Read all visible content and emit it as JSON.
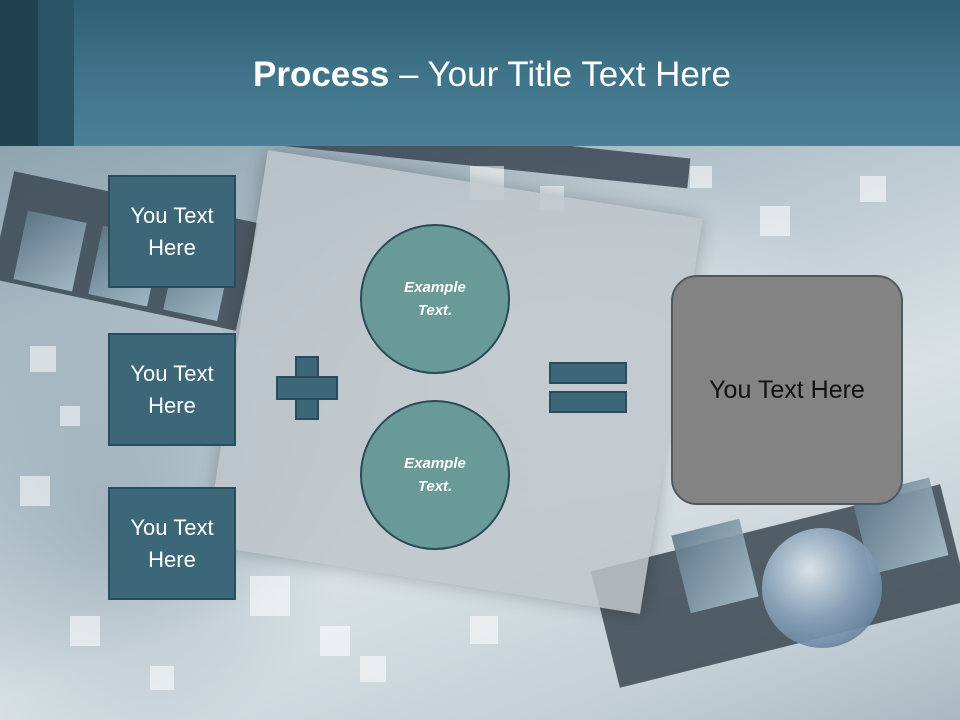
{
  "title": {
    "bold": "Process",
    "rest": " – Your Title Text Here"
  },
  "left_boxes": [
    {
      "label": "You Text Here"
    },
    {
      "label": "You Text Here"
    },
    {
      "label": "You Text Here"
    }
  ],
  "circles": [
    {
      "label": "Example Text."
    },
    {
      "label": "Example Text."
    }
  ],
  "result": {
    "label": "You Text Here"
  },
  "colors": {
    "header": "#3e7389",
    "box_fill": "#3c6778",
    "circle_fill": "#6a9a97",
    "result_fill": "#838383"
  },
  "icons": [
    "plus-sign",
    "equals-sign"
  ]
}
